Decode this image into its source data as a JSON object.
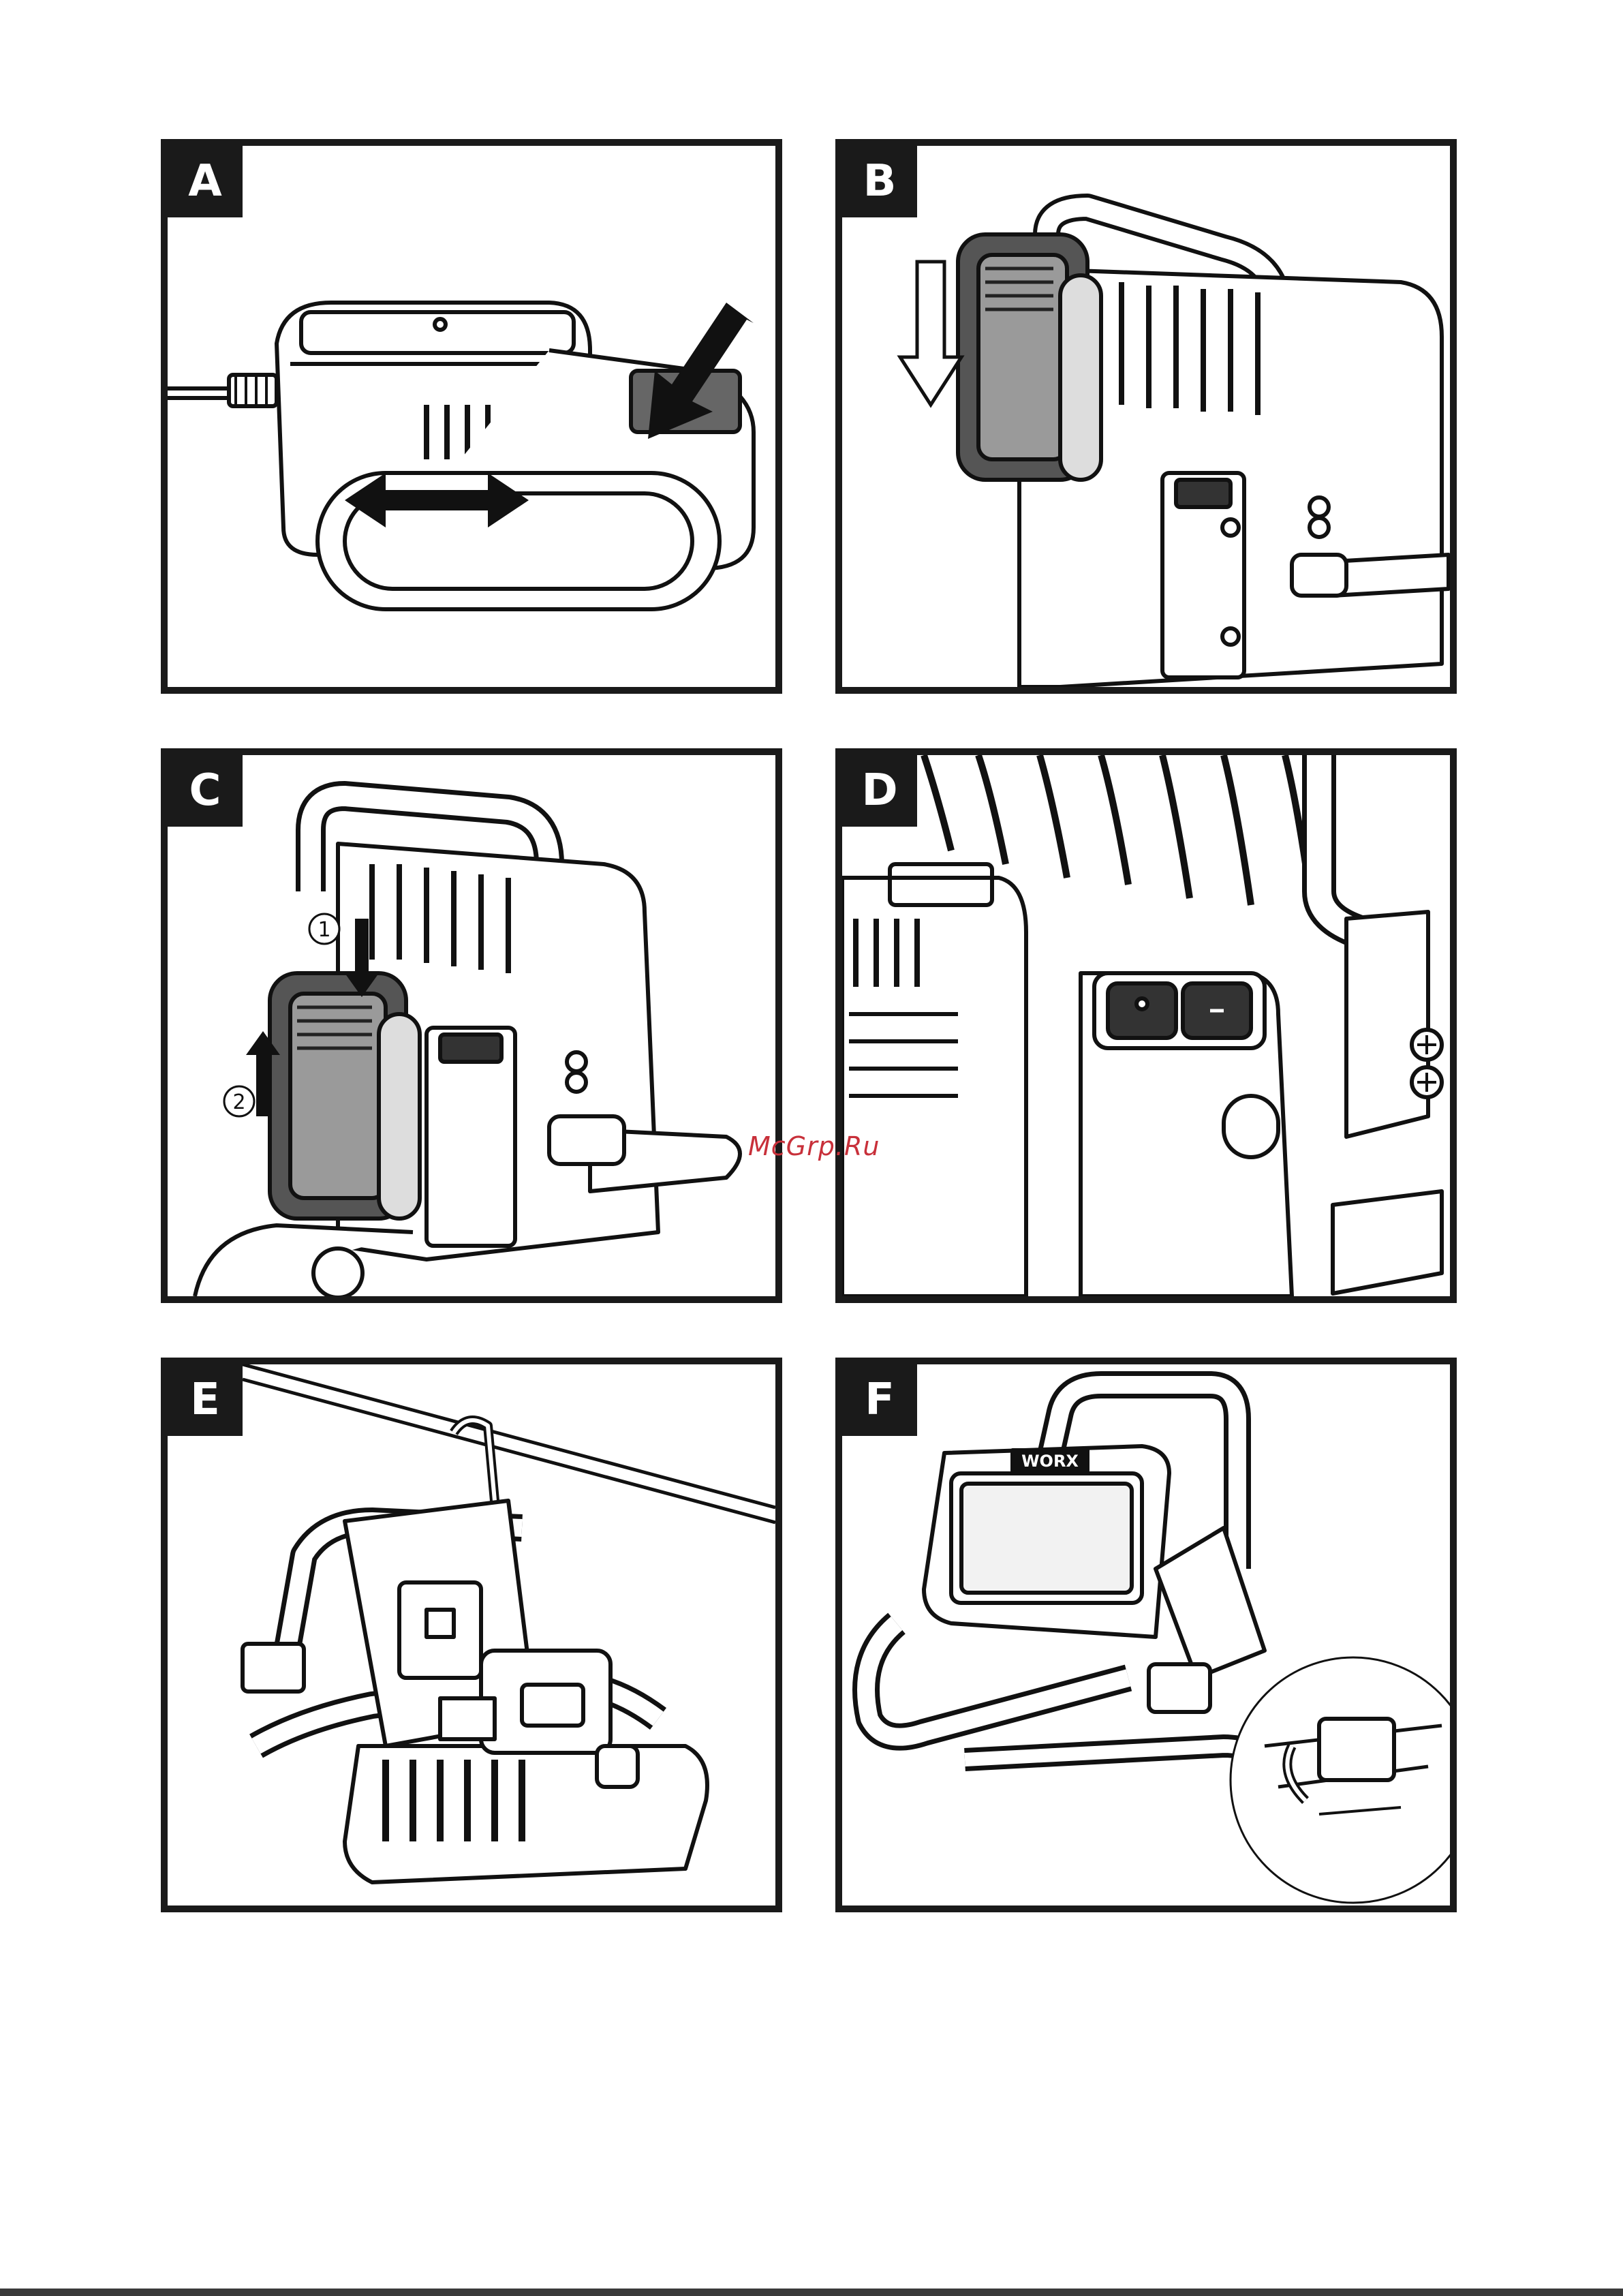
{
  "panels": [
    {
      "label": "A"
    },
    {
      "label": "B"
    },
    {
      "label": "C",
      "callouts": [
        "1",
        "2"
      ]
    },
    {
      "label": "D"
    },
    {
      "label": "E"
    },
    {
      "label": "F",
      "brand": "WORX"
    }
  ],
  "watermark": "McGrp.Ru"
}
